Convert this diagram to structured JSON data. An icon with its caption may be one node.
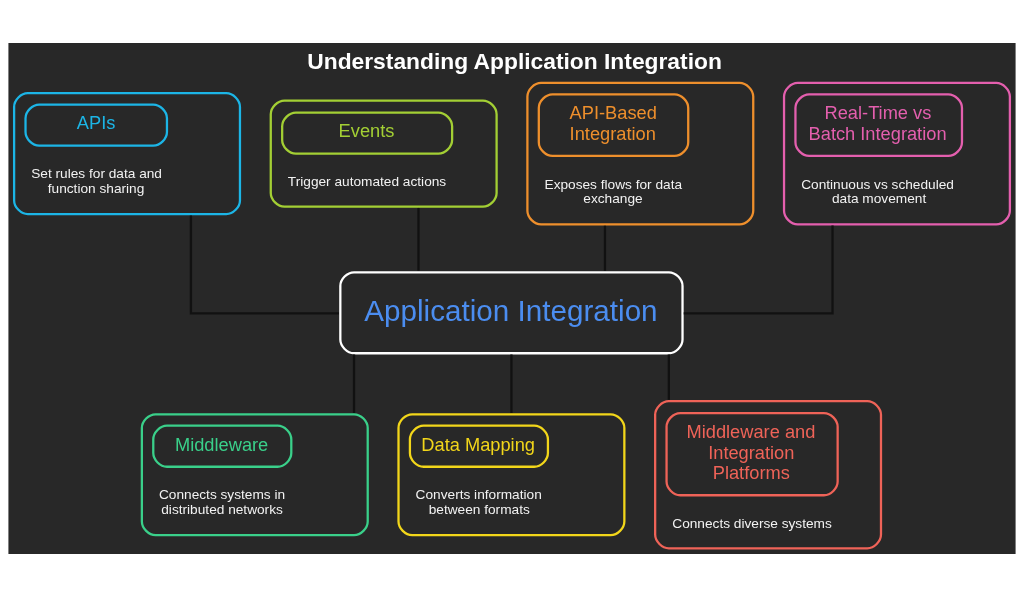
{
  "diagram": {
    "title": "Understanding Application Integration",
    "nodes": [
      {
        "text": [
          "APIs",
          "Set rules for data and function sharing"
        ]
      },
      {
        "text": [
          "Events",
          "Trigger automated actions"
        ]
      },
      {
        "text": [
          "API-Based Integration",
          "Exposes flows for data exchange"
        ]
      },
      {
        "text": [
          "Real-Time vs Batch Integration",
          "Continuous vs scheduled data movement"
        ]
      },
      {
        "text": [
          "Application Integration"
        ]
      },
      {
        "text": [
          "Middleware",
          "Connects systems in distributed networks"
        ]
      },
      {
        "text": [
          "Data Mapping",
          "Converts information between formats"
        ]
      },
      {
        "text": [
          "Middleware and Integration Platforms",
          "Connects diverse systems"
        ]
      }
    ],
    "edges": [
      {
        "from": 0,
        "to": 4,
        "arrow": "none"
      },
      {
        "from": 1,
        "to": 4,
        "arrow": "none"
      },
      {
        "from": 2,
        "to": 4,
        "arrow": "none"
      },
      {
        "from": 3,
        "to": 4,
        "arrow": "none"
      },
      {
        "from": 4,
        "to": 5,
        "arrow": "none"
      },
      {
        "from": 4,
        "to": 6,
        "arrow": "none"
      },
      {
        "from": 4,
        "to": 7,
        "arrow": "none"
      }
    ]
  }
}
